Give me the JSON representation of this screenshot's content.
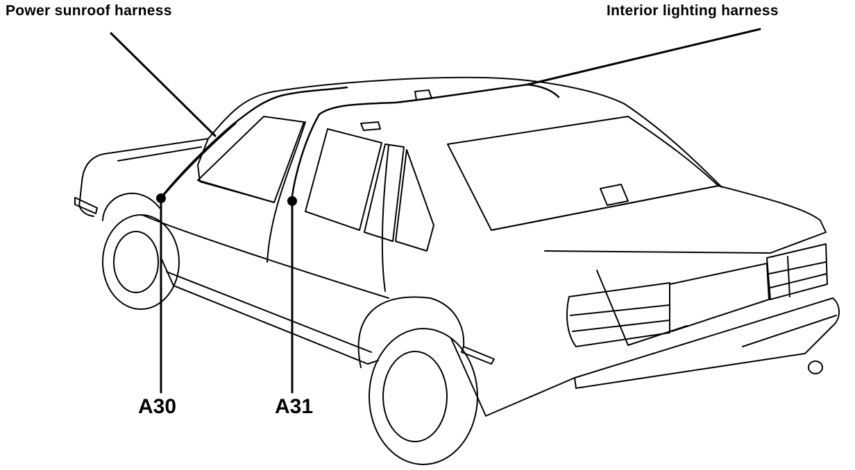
{
  "labels": {
    "sunroof_harness": "Power sunroof harness",
    "interior_harness": "Interior lighting harness",
    "connector_a30": "A30",
    "connector_a31": "A31"
  },
  "colors": {
    "line": "#000000",
    "background": "#ffffff"
  }
}
